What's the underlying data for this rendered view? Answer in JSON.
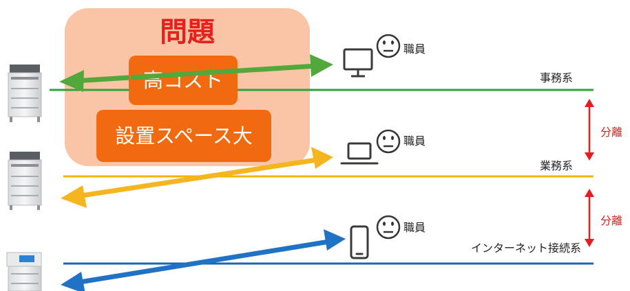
{
  "problem": {
    "title": "問題",
    "issues": [
      "高コスト",
      "設置スペース大"
    ]
  },
  "networks": [
    {
      "label": "事務系",
      "color": "#2ca43a"
    },
    {
      "label": "業務系",
      "color": "#f4b400"
    },
    {
      "label": "インターネット接続系",
      "color": "#1768b4"
    }
  ],
  "staff": [
    {
      "label": "職員",
      "device": "desktop-monitor-icon"
    },
    {
      "label": "職員",
      "device": "laptop-icon"
    },
    {
      "label": "職員",
      "device": "smartphone-icon"
    }
  ],
  "separators": [
    {
      "label": "分離"
    },
    {
      "label": "分離"
    }
  ],
  "colors": {
    "problem_bg": "#f9c5a6",
    "problem_title": "#e8201c",
    "issue_bg": "#f26a10",
    "separator": "#e02020"
  }
}
